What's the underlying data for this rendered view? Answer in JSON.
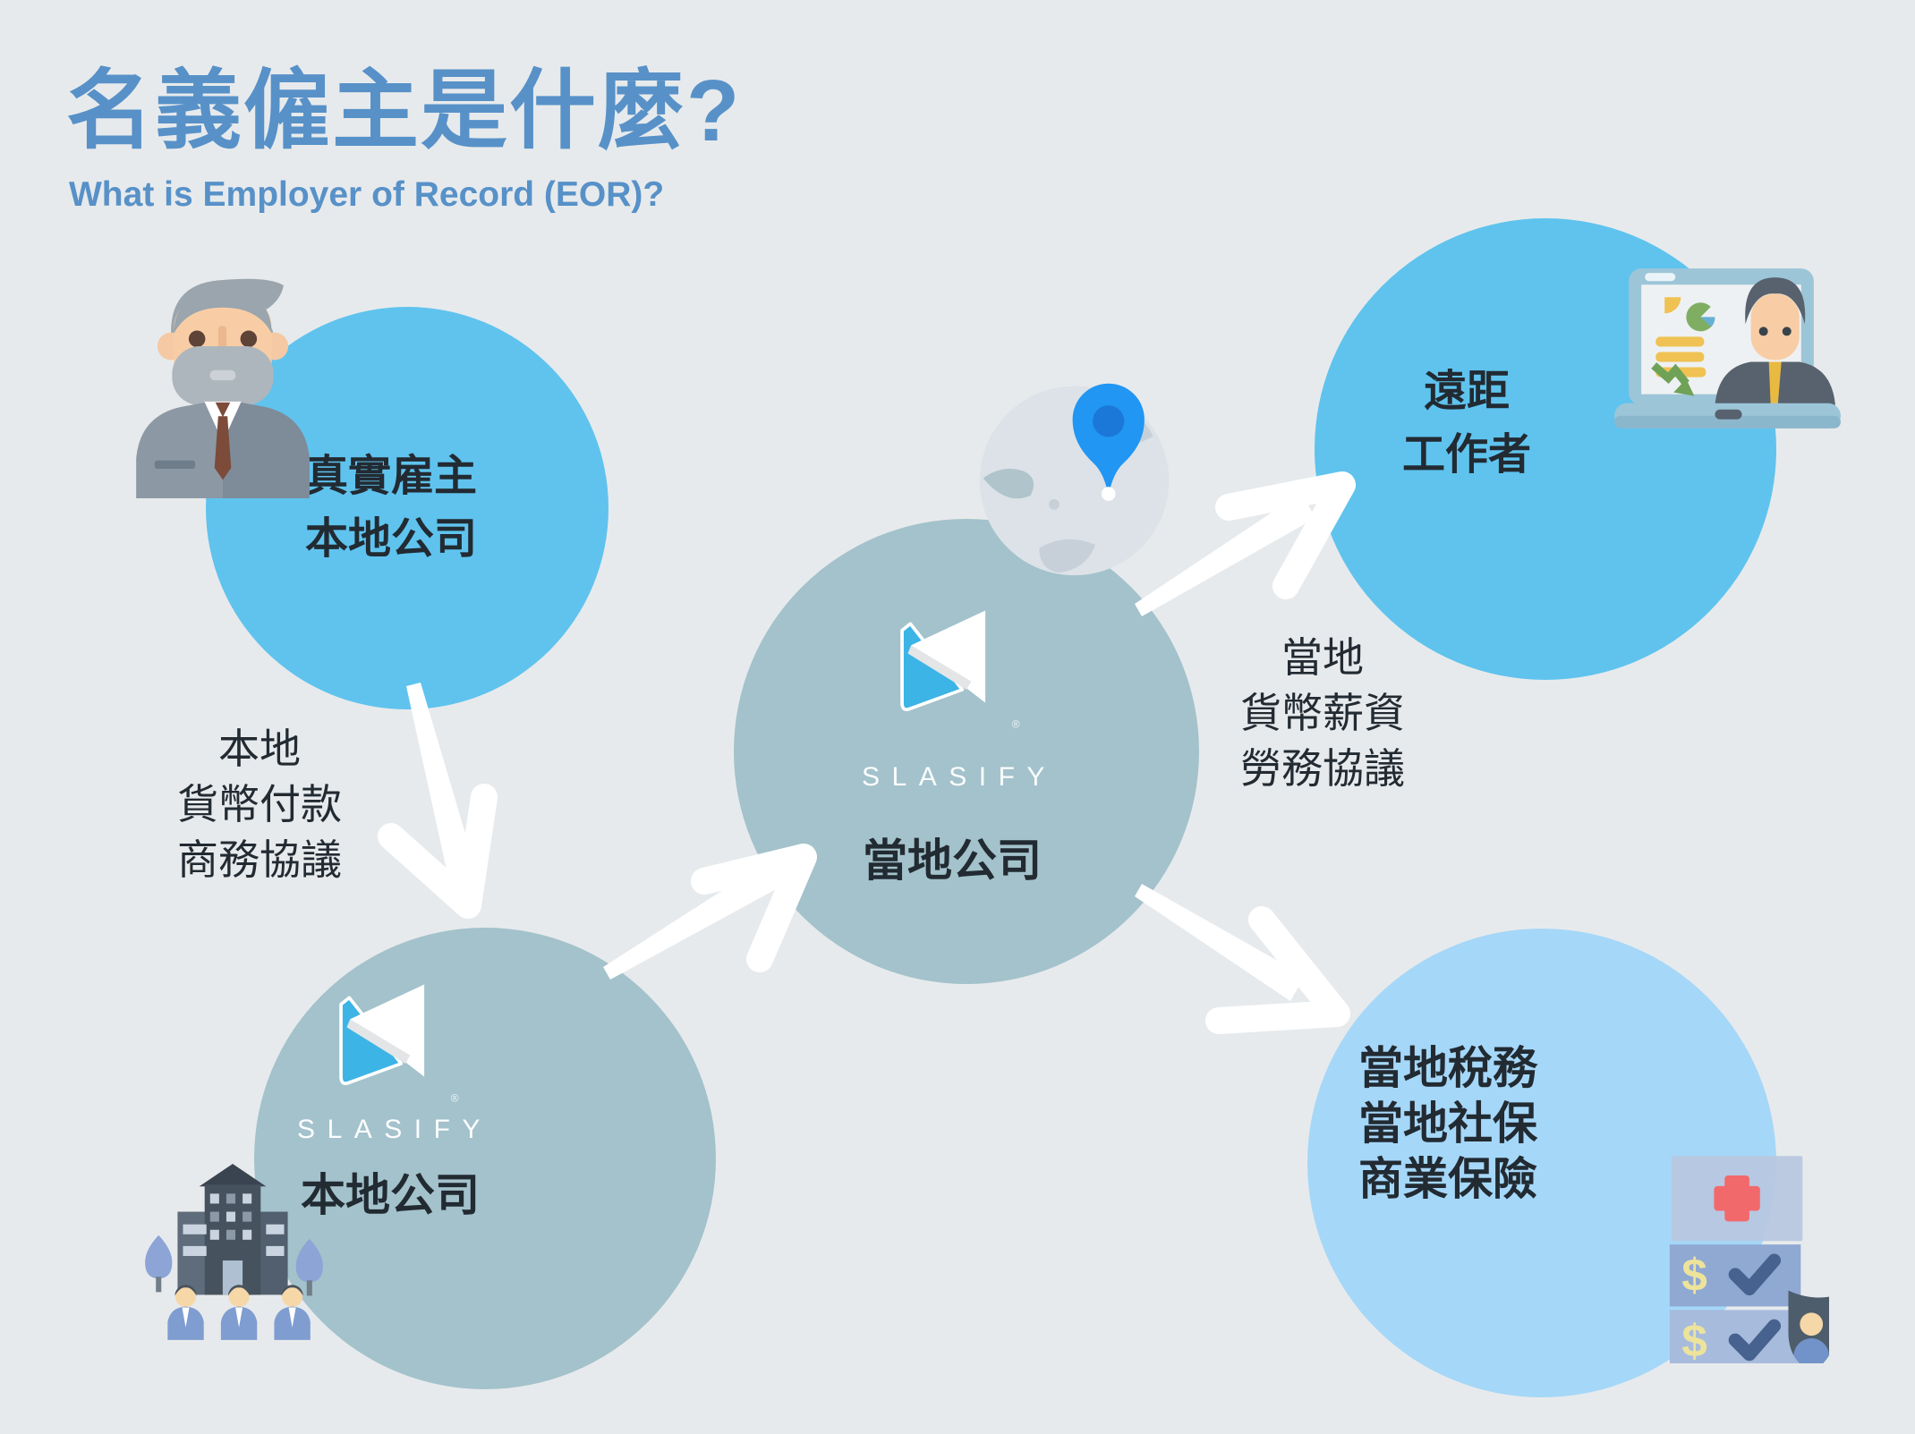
{
  "header": {
    "title": "名義僱主是什麼?",
    "subtitle": "What is Employer of Record (EOR)?"
  },
  "circles": {
    "real_employer": {
      "line1": "真實雇主",
      "line2": "本地公司"
    },
    "eor_home": {
      "brand": "SLASIFY",
      "reg_mark": "®",
      "label": "本地公司"
    },
    "eor_local": {
      "brand": "SLASIFY",
      "reg_mark": "®",
      "label": "當地公司"
    },
    "remote_worker": {
      "line1": "遠距",
      "line2": "工作者"
    },
    "local_compliance": {
      "line1": "當地稅務",
      "line2": "當地社保",
      "line3": "商業保險"
    }
  },
  "edge_labels": {
    "home_relation": {
      "line1": "本地",
      "line2": "貨幣付款",
      "line3": "商務協議"
    },
    "local_relation": {
      "line1": "當地",
      "line2": "貨幣薪資",
      "line3": "勞務協議"
    }
  },
  "icons": {
    "employer": "businessman-icon",
    "home_company": "office-building-with-staff-icon",
    "global": "globe-location-pin-icon",
    "remote": "laptop-video-call-icon",
    "compliance": "insurance-benefits-icon"
  },
  "colors": {
    "background": "#E7EAEC",
    "title_blue": "#5791C8",
    "circle_bright_blue": "#5FC3EE",
    "circle_muted_teal": "#A3C2CB",
    "circle_light_blue": "#A5D7F8",
    "text_dark": "#222A32",
    "arrow_white": "#FFFFFF",
    "logo_blue": "#3CB4E5",
    "pin_blue": "#2196F3"
  }
}
